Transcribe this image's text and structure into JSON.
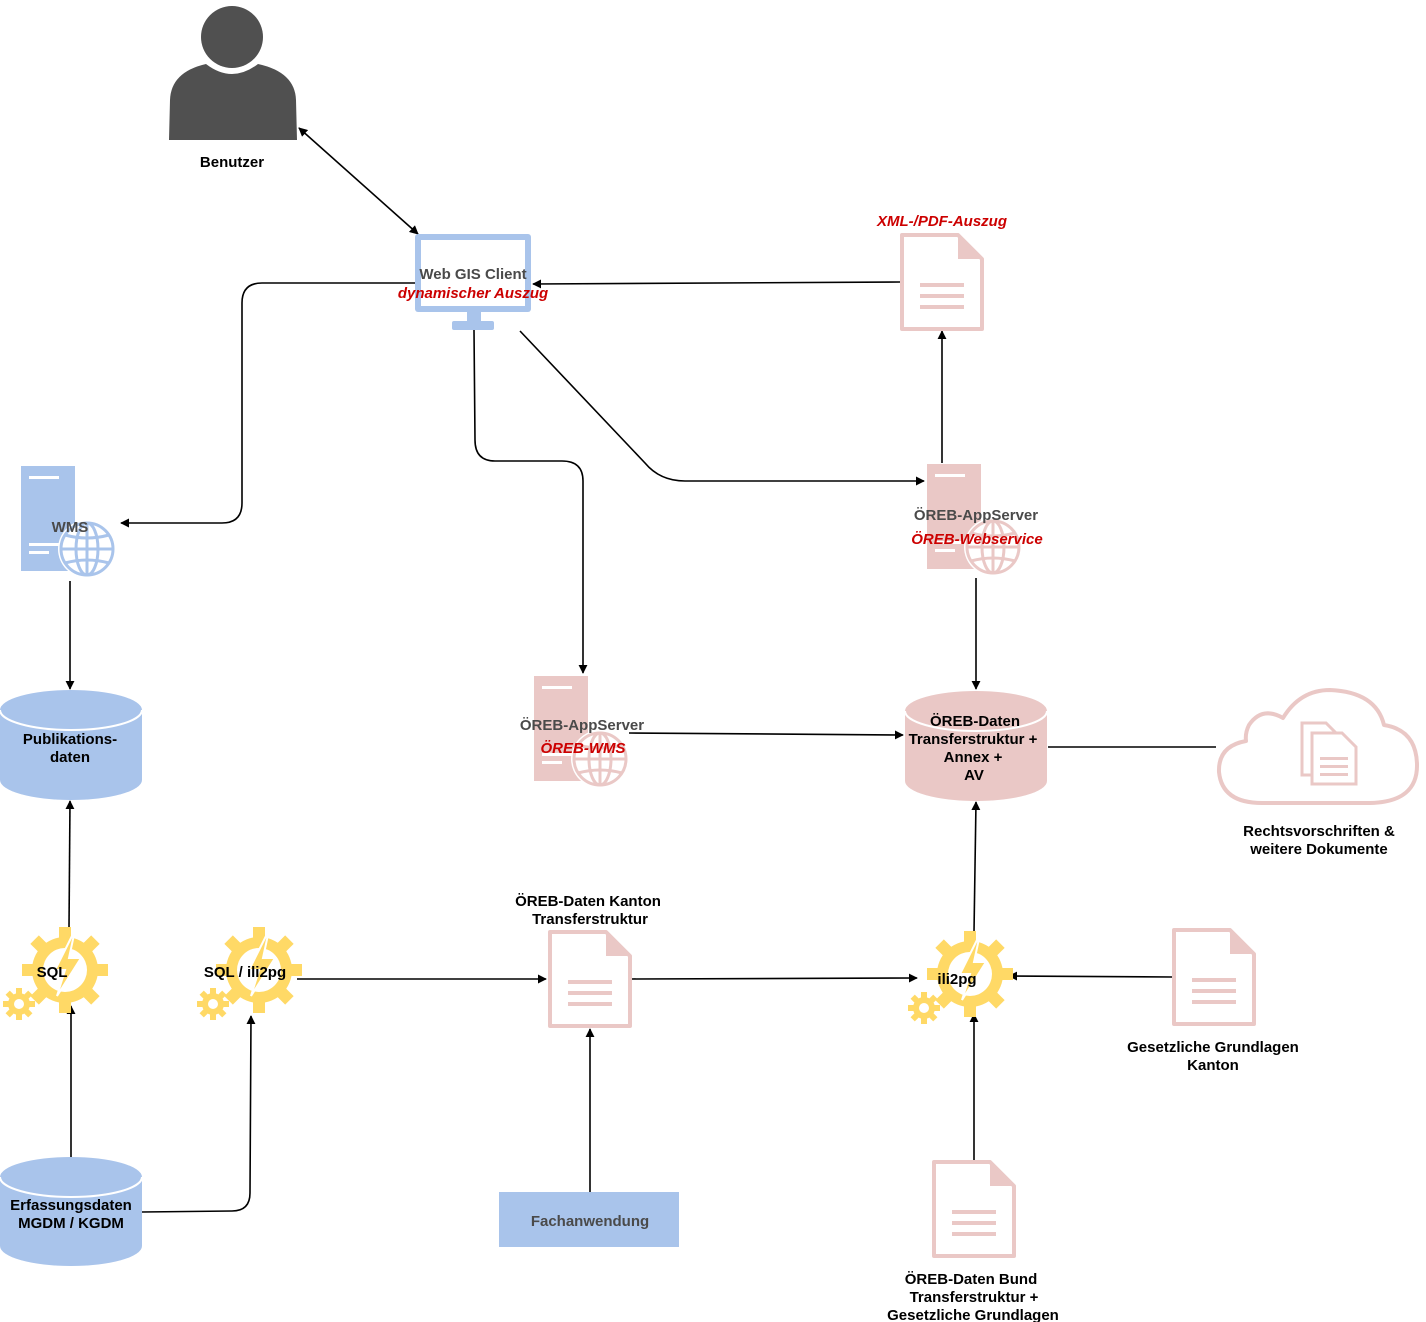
{
  "colors": {
    "blue": "#a9c4eb",
    "pink": "#eac8c6",
    "pink_stroke": "#e6c6c4",
    "yellow": "#ffd966",
    "user": "#505050",
    "red_text": "#cc0000"
  },
  "nodes": {
    "user": {
      "icon": "user-icon",
      "label": "Benutzer"
    },
    "webgis": {
      "icon": "monitor-icon",
      "label": "Web GIS Client",
      "sublabel": "dynamischer Auszug"
    },
    "xml_pdf": {
      "icon": "document-icon",
      "label": "XML-/PDF-Auszug"
    },
    "wms": {
      "icon": "web-server-icon",
      "label": "WMS"
    },
    "appserver_ws": {
      "icon": "web-server-icon",
      "label": "ÖREB-AppServer",
      "sublabel": "ÖREB-Webservice"
    },
    "appserver_wms": {
      "icon": "web-server-icon",
      "label": "ÖREB-AppServer",
      "sublabel": "ÖREB-WMS"
    },
    "publikation": {
      "icon": "database-icon",
      "label_lines": [
        "Publikations-",
        "daten"
      ]
    },
    "oereb_db": {
      "icon": "database-icon",
      "label_lines": [
        "ÖREB-Daten",
        "Transferstruktur +",
        "Annex +",
        "AV"
      ]
    },
    "cloud": {
      "icon": "cloud-documents-icon",
      "label_lines": [
        "Rechtsvorschriften &",
        "weitere Dokumente"
      ]
    },
    "sql": {
      "icon": "gears-lightning-icon",
      "label": "SQL"
    },
    "sql_ili2pg": {
      "icon": "gears-lightning-icon",
      "label": "SQL / ili2pg"
    },
    "doc_kanton": {
      "icon": "document-icon",
      "label_lines": [
        "ÖREB-Daten Kanton",
        "Transferstruktur"
      ]
    },
    "ili2pg": {
      "icon": "gears-lightning-icon",
      "label": "ili2pg"
    },
    "doc_gesetz": {
      "icon": "document-icon",
      "label_lines": [
        "Gesetzliche Grundlagen",
        "Kanton"
      ]
    },
    "erfassung": {
      "icon": "database-icon",
      "label_lines": [
        "Erfassungsdaten",
        "MGDM / KGDM"
      ]
    },
    "fachanwendung": {
      "label": "Fachanwendung"
    },
    "doc_bund": {
      "icon": "document-icon",
      "label_lines": [
        "ÖREB-Daten Bund",
        "Transferstruktur +",
        "Gesetzliche Grundlagen"
      ]
    }
  }
}
